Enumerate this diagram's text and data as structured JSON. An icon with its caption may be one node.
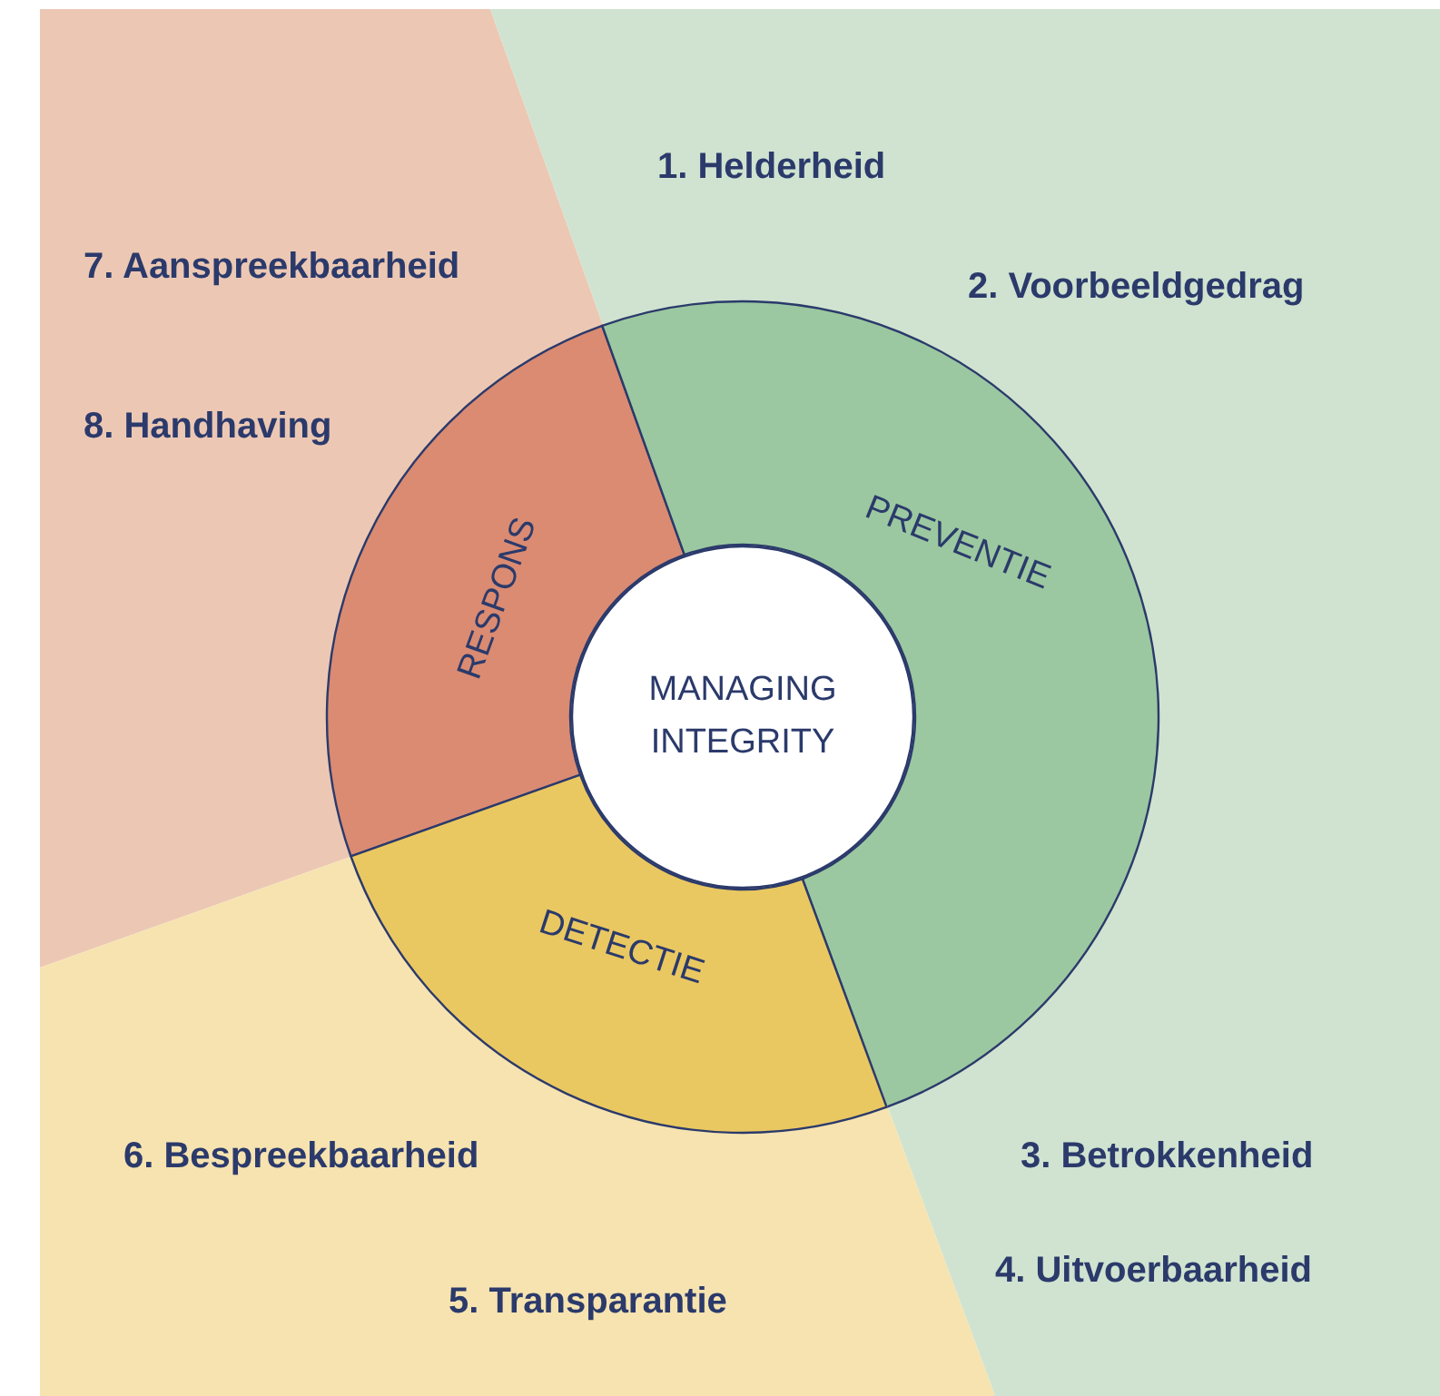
{
  "diagram": {
    "nodes": [
      {
        "text": [
          "7. Aanspreekbaarheid",
          "8. Handhaving"
        ]
      },
      {
        "text": [
          "1. Helderheid",
          "2. Voorbeeldgedrag",
          "3. Betrokkenheid",
          "4. Uitvoerbaarheid"
        ]
      },
      {
        "text": [
          "6. Bespreekbaarheid",
          "5. Transparantie"
        ]
      },
      {
        "text": [
          "RESPONS"
        ],
        "in": 0
      },
      {
        "text": [
          "PREVENTIE"
        ],
        "in": 1
      },
      {
        "text": [
          "DETECTIE"
        ],
        "in": 2
      },
      {
        "text": [
          "MANAGING INTEGRITY"
        ]
      }
    ]
  }
}
